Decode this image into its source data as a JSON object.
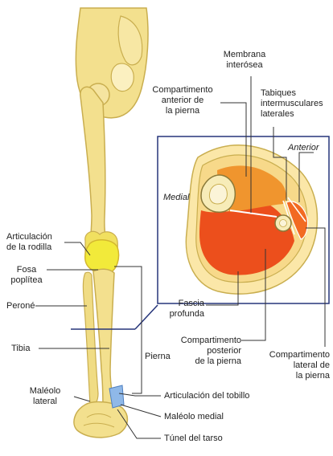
{
  "labels": {
    "membrana": [
      "Membrana",
      "interósea"
    ],
    "comp_anterior": [
      "Compartimento",
      "anterior de",
      "la pierna"
    ],
    "tabiques": [
      "Tabiques",
      "intermusculares",
      "laterales"
    ],
    "anterior": "Anterior",
    "medial": "Medial",
    "articulacion_rodilla": [
      "Articulación",
      "de la rodilla"
    ],
    "fosa": [
      "Fosa",
      "poplítea"
    ],
    "perone": "Peroné",
    "tibia": "Tibia",
    "pierna": "Pierna",
    "fascia": [
      "Fascia",
      "profunda"
    ],
    "comp_posterior": [
      "Compartimento",
      "posterior",
      "de la pierna"
    ],
    "comp_lateral": [
      "Compartimento",
      "lateral de",
      "la pierna"
    ],
    "maleolo_lateral": [
      "Maléolo",
      "lateral"
    ],
    "art_tobillo": "Articulación del tobillo",
    "maleolo_medial": "Maléolo medial",
    "tunel_tarso": "Túnel del tarso"
  },
  "colors": {
    "bone": "#f3e08e",
    "bone_outline": "#c9ae4f",
    "bone_shadow": "#e2c560",
    "knee": "#f2ea3a",
    "anterior_compartment": "#f0952e",
    "posterior_compartment": "#ec4f1c",
    "lateral_compartment": "#f26a22",
    "fascia_ring": "#f7d98a",
    "skin_ring": "#fbe7a8",
    "inset_frame": "#26357a",
    "tarsal_tunnel": "#8fb8e8",
    "leader_line": "#333333"
  }
}
